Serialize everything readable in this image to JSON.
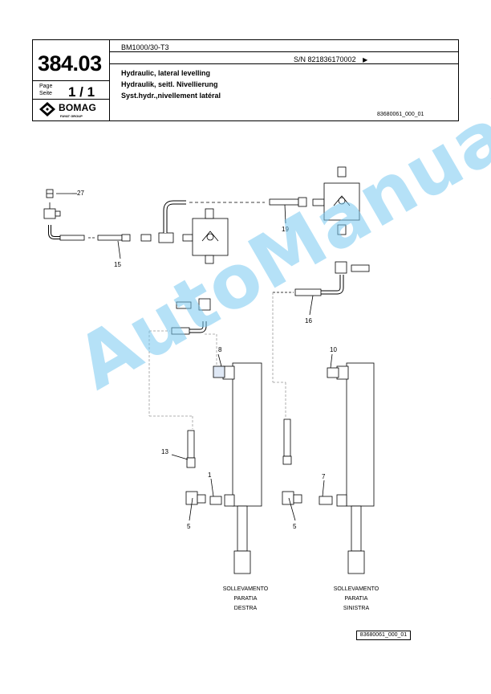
{
  "header": {
    "model": "BM1000/30-T3",
    "serial": "S/N 821836170002",
    "page_number": "384.03",
    "page_label": "Page",
    "seite_label": "Seite",
    "page_count": "1 / 1",
    "title_en": "Hydraulic, lateral levelling",
    "title_de": "Hydraulik, seitl. Nivellierung",
    "title_fr": "Syst.hydr.,nivellement latéral",
    "doc_number": "83680061_000_01",
    "logo_text": "BOMAG",
    "logo_sub": "FAYAT GROUP"
  },
  "diagram": {
    "callouts": [
      "27",
      "15",
      "19",
      "16",
      "8",
      "10",
      "13",
      "1",
      "7",
      "5",
      "5"
    ],
    "caption_right_cylinder": [
      "SOLLEVAMENTO",
      "PARATIA",
      "DESTRA"
    ],
    "caption_left_cylinder": [
      "SOLLEVAMENTO",
      "PARATIA",
      "SINISTRA"
    ]
  },
  "watermark": "AutoManual",
  "footer": {
    "ref": "83680061_000_01"
  }
}
